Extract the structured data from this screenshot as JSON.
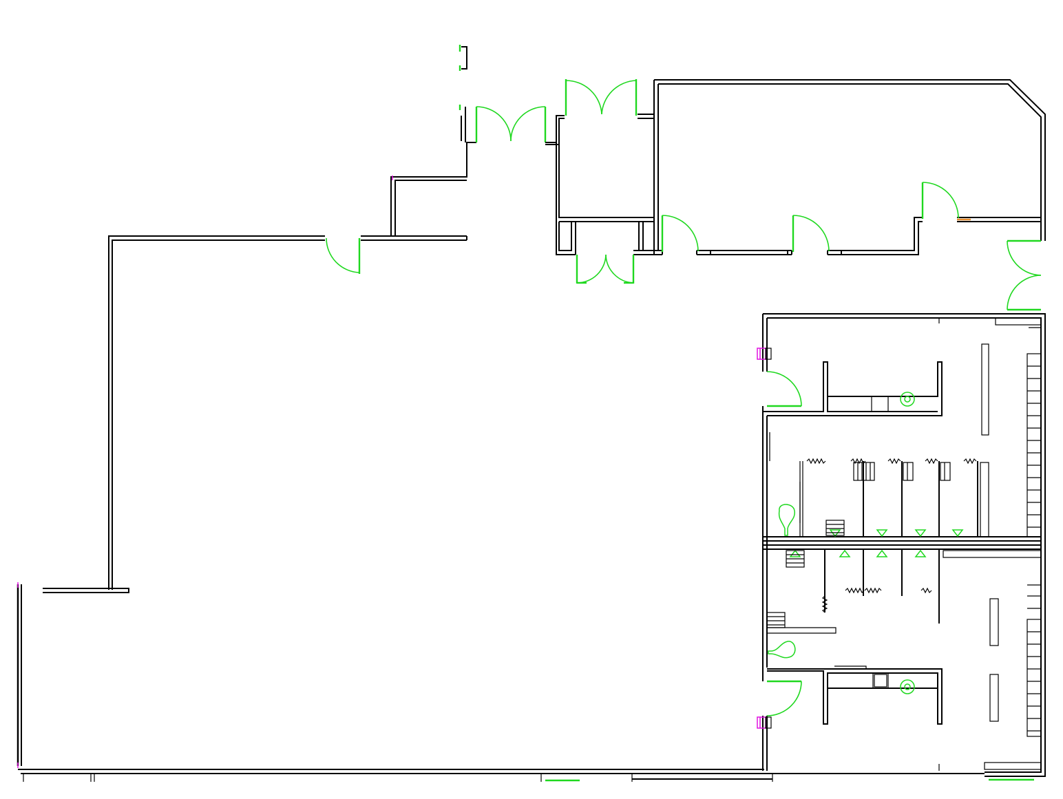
{
  "drawing": {
    "kind": "architectural floor plan",
    "colors": {
      "walls": "#000000",
      "doors": "#1fd81f",
      "markers": "#e010e0",
      "accent": "#e58a2a",
      "background": "#ffffff"
    },
    "door_count": 16,
    "restroom_blocks": 2
  }
}
